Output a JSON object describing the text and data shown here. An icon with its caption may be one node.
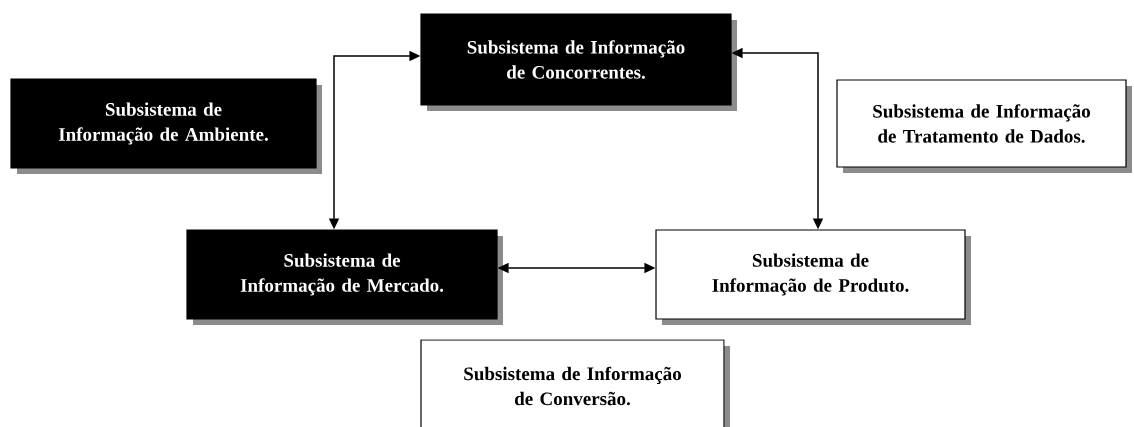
{
  "diagram": {
    "nodes": [
      {
        "text": [
          "Subsistema de Informação de Concorrentes."
        ]
      },
      {
        "text": [
          "Subsistema de Informação de Ambiente."
        ]
      },
      {
        "text": [
          "Subsistema de Informação de Tratamento de Dados."
        ]
      },
      {
        "text": [
          "Subsistema de Informação de Mercado."
        ]
      },
      {
        "text": [
          "Subsistema de Informação de Produto."
        ]
      },
      {
        "text": [
          "Subsistema de Informação de Conversão."
        ]
      }
    ],
    "edges": [
      {
        "from": 0,
        "to": 3,
        "arrow": "both"
      },
      {
        "from": 0,
        "to": 4,
        "arrow": "both"
      },
      {
        "from": 3,
        "to": 4,
        "arrow": "both"
      }
    ]
  }
}
